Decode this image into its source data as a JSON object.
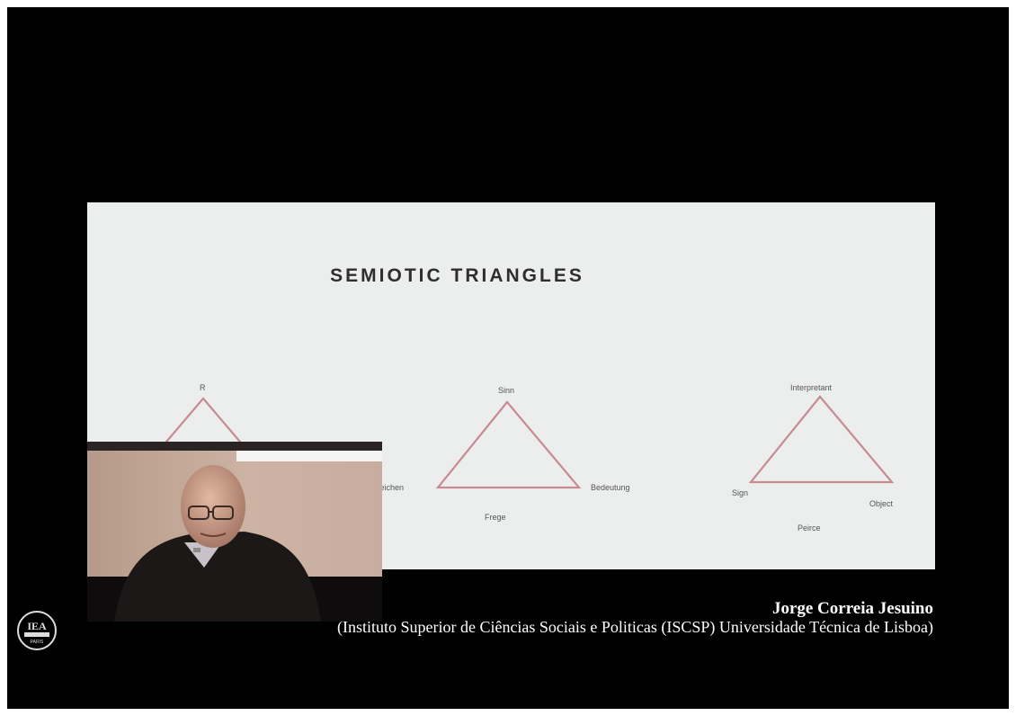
{
  "slide": {
    "title": "SEMIOTIC TRIANGLES",
    "triangles": [
      {
        "top": "R",
        "left": "",
        "right": "",
        "bottom": ""
      },
      {
        "top": "Sinn",
        "left": "Zeichen",
        "right": "Bedeutung",
        "bottom": "Frege"
      },
      {
        "top": "Interpretant",
        "left": "Sign",
        "right": "Object",
        "bottom": "Peirce"
      }
    ]
  },
  "caption": {
    "name": "Jorge Correia Jesuino",
    "affiliation": "(Instituto Superior de Ciências Sociais e Politicas (ISCSP) Universidade Técnica de Lisboa)"
  },
  "logo": {
    "text": "IEA",
    "subtext": "PARIS"
  },
  "colors": {
    "triangle": "#c88a93",
    "slide_bg": "#eceeed",
    "frame_bg": "#000000"
  }
}
